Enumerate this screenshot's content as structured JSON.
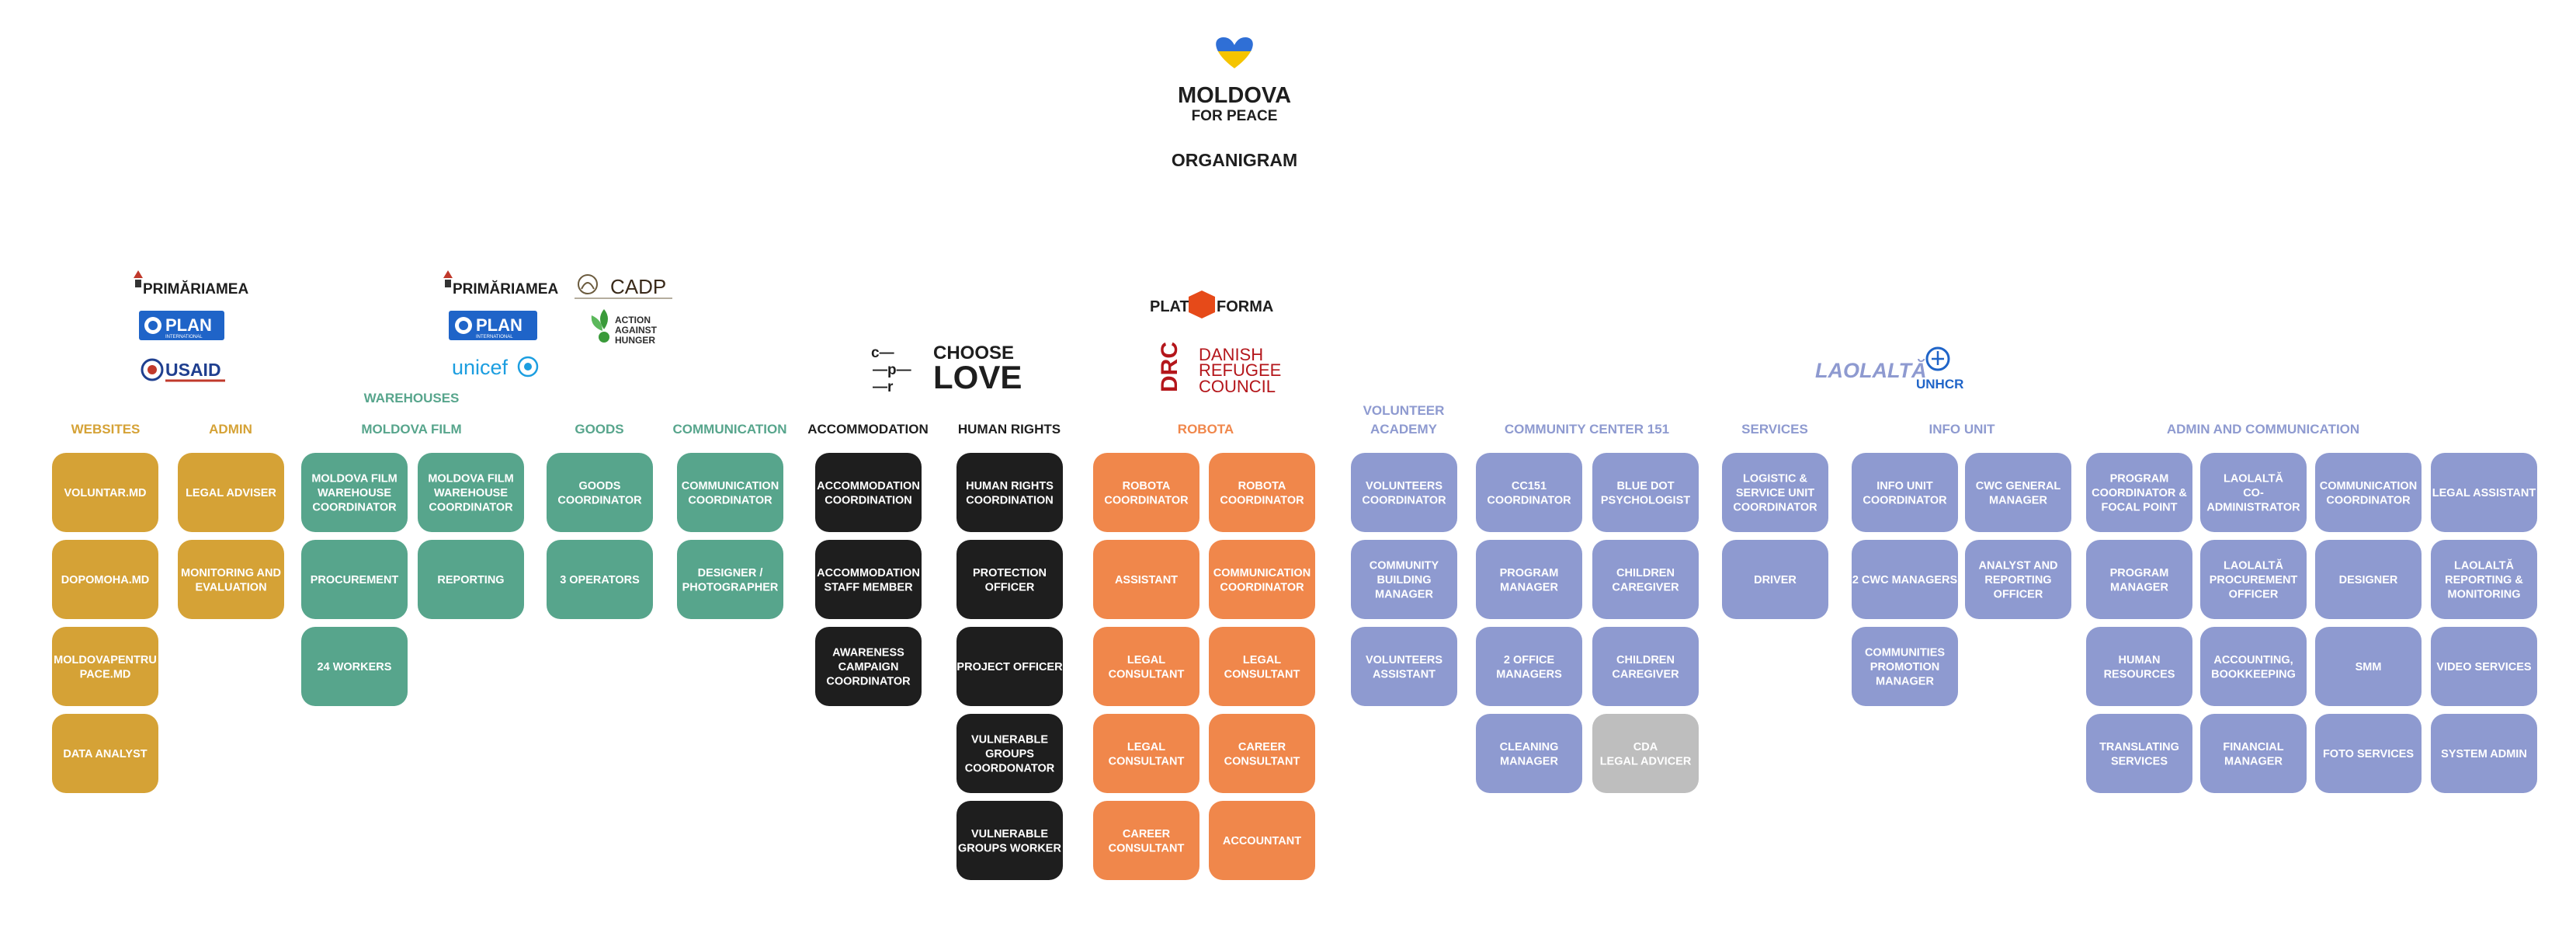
{
  "brand": {
    "line1": "MOLDOVA",
    "line2": "FOR PEACE",
    "subtitle": "ORGANIGRAM",
    "heart_top": "#2f6fd6",
    "heart_bottom": "#f5c400"
  },
  "colors": {
    "yellow": "#d5a236",
    "teal": "#57a58c",
    "black": "#1e1e1e",
    "orange": "#f0874b",
    "lavender": "#8e9ad0",
    "gray": "#bebebe"
  },
  "logos": {
    "primaria1": "PRIMĂRIAMEA",
    "plan1_main": "PLAN",
    "plan1_sub": "INTERNATIONAL",
    "usaid": "USAID",
    "primaria2": "PRIMĂRIAMEA",
    "plan2_main": "PLAN",
    "plan2_sub": "INTERNATIONAL",
    "unicef": "unicef",
    "cadp": "CADP",
    "aah_line1": "ACTION",
    "aah_line2": "AGAINST",
    "aah_line3": "HUNGER",
    "cpr_l1": "c—",
    "cpr_l2": "—p—",
    "cpr_l3": "—r",
    "chooselove_l1": "CHOOSE",
    "chooselove_l2": "LOVE",
    "platforma_a": "PLAT",
    "platforma_b": "FORMA",
    "drc_mark": "DRC",
    "drc_l1": "DANISH",
    "drc_l2": "REFUGEE",
    "drc_l3": "COUNCIL",
    "laolalta": "LAOLALTĂ",
    "unhcr": "UNHCR"
  },
  "warehouses_label": "WAREHOUSES",
  "departments": [
    {
      "name": "WEBSITES",
      "color": "yellow",
      "boxes": [
        [
          "VOLUNTAR.MD"
        ],
        [
          "DOPOMOHA.MD"
        ],
        [
          "MOLDOVAPENTRU",
          "PACE.MD"
        ],
        [
          "DATA ANALYST"
        ]
      ]
    },
    {
      "name": "ADMIN",
      "color": "yellow",
      "boxes": [
        [
          "LEGAL ADVISER"
        ],
        [
          "MONITORING AND",
          "EVALUATION"
        ]
      ]
    },
    {
      "name": "MOLDOVA FILM",
      "color": "teal",
      "boxes": [
        [
          "MOLDOVA FILM",
          "WAREHOUSE",
          "COORDINATOR"
        ],
        [
          "MOLDOVA FILM",
          "WAREHOUSE",
          "COORDINATOR"
        ],
        [
          "PROCUREMENT"
        ],
        [
          "REPORTING"
        ],
        [
          "24 WORKERS"
        ]
      ]
    },
    {
      "name": "GOODS",
      "color": "teal",
      "boxes": [
        [
          "GOODS",
          "COORDINATOR"
        ],
        [
          "3 OPERATORS"
        ]
      ]
    },
    {
      "name": "COMMUNICATION",
      "color": "teal",
      "boxes": [
        [
          "COMMUNICATION",
          "COORDINATOR"
        ],
        [
          "DESIGNER /",
          "PHOTOGRAPHER"
        ]
      ]
    },
    {
      "name": "ACCOMMODATION",
      "color": "black",
      "boxes": [
        [
          "ACCOMMODATION",
          "COORDINATION"
        ],
        [
          "ACCOMMODATION",
          "STAFF MEMBER"
        ],
        [
          "AWARENESS",
          "CAMPAIGN",
          "COORDINATOR"
        ]
      ]
    },
    {
      "name": "HUMAN RIGHTS",
      "color": "black",
      "boxes": [
        [
          "HUMAN RIGHTS",
          "COORDINATION"
        ],
        [
          "PROTECTION",
          "OFFICER"
        ],
        [
          "PROJECT OFFICER"
        ],
        [
          "VULNERABLE",
          "GROUPS",
          "COORDONATOR"
        ],
        [
          "VULNERABLE",
          "GROUPS WORKER"
        ]
      ]
    },
    {
      "name": "ROBOTA",
      "color": "orange",
      "boxes": [
        [
          "ROBOTA",
          "COORDINATOR"
        ],
        [
          "ROBOTA",
          "COORDINATOR"
        ],
        [
          "ASSISTANT"
        ],
        [
          "COMMUNICATION",
          "COORDINATOR"
        ],
        [
          "LEGAL",
          "CONSULTANT"
        ],
        [
          "LEGAL",
          "CONSULTANT"
        ],
        [
          "LEGAL",
          "CONSULTANT"
        ],
        [
          "CAREER",
          "CONSULTANT"
        ],
        [
          "CAREER",
          "CONSULTANT"
        ],
        [
          "ACCOUNTANT"
        ]
      ]
    },
    {
      "name_lines": [
        "VOLUNTEER",
        "ACADEMY"
      ],
      "color": "lavender",
      "boxes": [
        [
          "VOLUNTEERS",
          "COORDINATOR"
        ],
        [
          "COMMUNITY",
          "BUILDING",
          "MANAGER"
        ],
        [
          "VOLUNTEERS",
          "ASSISTANT"
        ]
      ]
    },
    {
      "name": "COMMUNITY CENTER 151",
      "color": "lavender",
      "boxes": [
        [
          "CC151",
          "COORDINATOR"
        ],
        [
          "BLUE DOT",
          "PSYCHOLOGIST"
        ],
        [
          "PROGRAM",
          "MANAGER"
        ],
        [
          "CHILDREN",
          "CAREGIVER"
        ],
        [
          "2 OFFICE",
          "MANAGERS"
        ],
        [
          "CHILDREN",
          "CAREGIVER"
        ],
        [
          "CLEANING",
          "MANAGER"
        ],
        [
          "CDA",
          "LEGAL ADVICER"
        ]
      ]
    },
    {
      "name": "SERVICES",
      "color": "lavender",
      "boxes": [
        [
          "LOGISTIC &",
          "SERVICE UNIT",
          "COORDINATOR"
        ],
        [
          "DRIVER"
        ]
      ]
    },
    {
      "name": "INFO UNIT",
      "color": "lavender",
      "boxes": [
        [
          "INFO UNIT",
          "COORDINATOR"
        ],
        [
          "CWC GENERAL",
          "MANAGER"
        ],
        [
          "2 CWC  MANAGERS"
        ],
        [
          "ANALYST AND",
          "REPORTING",
          "OFFICER"
        ],
        [
          "COMMUNITIES",
          "PROMOTION",
          "MANAGER"
        ]
      ]
    },
    {
      "name": "ADMIN AND COMMUNICATION",
      "color": "lavender",
      "boxes": [
        [
          "PROGRAM",
          "COORDINATOR &",
          "FOCAL POINT"
        ],
        [
          "LAOLALTĂ",
          "CO-",
          "ADMINISTRATOR"
        ],
        [
          "COMMUNICATION",
          "COORDINATOR"
        ],
        [
          "LEGAL ASSISTANT"
        ],
        [
          "PROGRAM",
          "MANAGER"
        ],
        [
          "LAOLALTĂ",
          "PROCUREMENT",
          "OFFICER"
        ],
        [
          "DESIGNER"
        ],
        [
          "LAOLALTĂ",
          "REPORTING &",
          "MONITORING"
        ],
        [
          "HUMAN",
          "RESOURCES"
        ],
        [
          "ACCOUNTING,",
          "BOOKKEEPING"
        ],
        [
          "SMM"
        ],
        [
          "VIDEO SERVICES"
        ],
        [
          "TRANSLATING",
          "SERVICES"
        ],
        [
          "FINANCIAL",
          "MANAGER"
        ],
        [
          "FOTO SERVICES"
        ],
        [
          "SYSTEM ADMIN"
        ]
      ]
    }
  ]
}
